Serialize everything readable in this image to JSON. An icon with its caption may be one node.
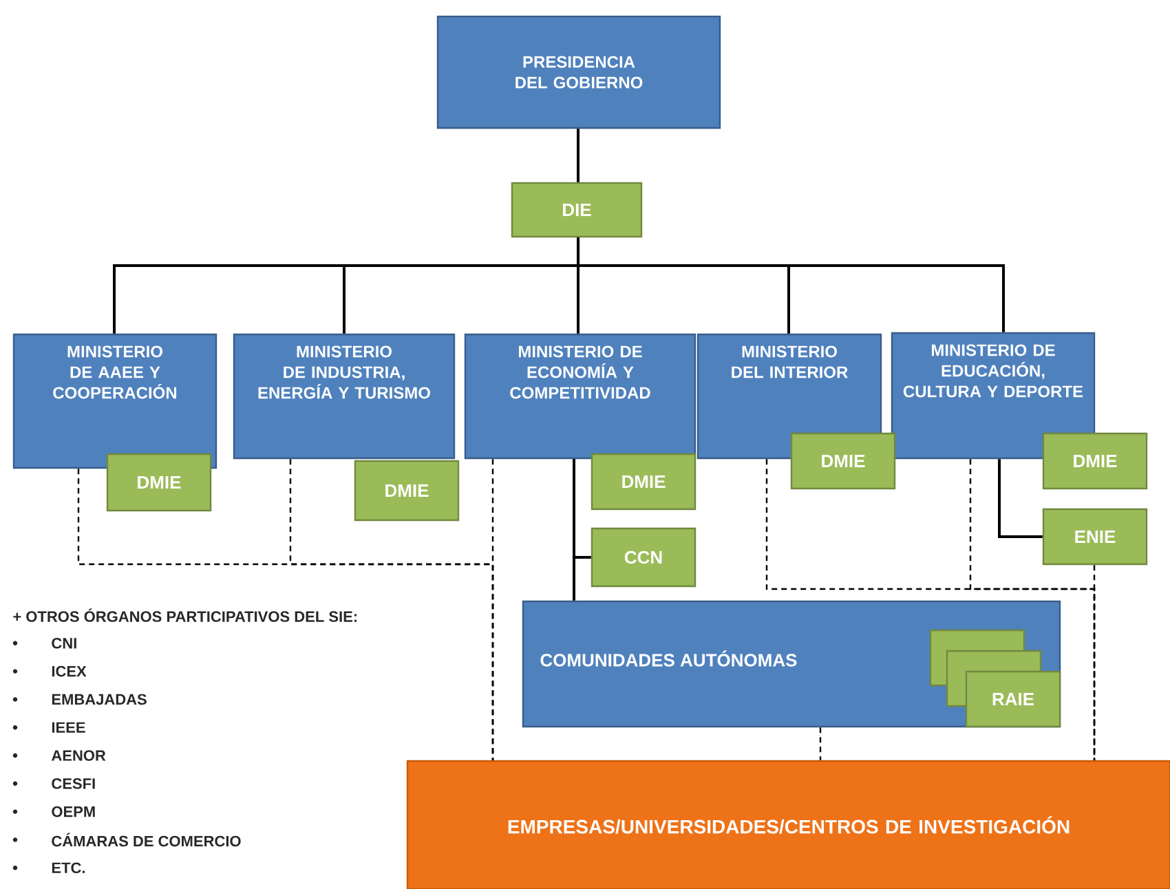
{
  "diagram": {
    "nodes": [
      {
        "text": [
          "PRESIDENCIA DEL GOBIERNO"
        ]
      },
      {
        "text": [
          "DIE"
        ]
      },
      {
        "text": [
          "MINISTERIO DE AAEE Y COOPERACIÓN"
        ]
      },
      {
        "text": [
          "MINISTERIO DE INDUSTRIA, ENERGÍA Y TURISMO"
        ]
      },
      {
        "text": [
          "MINISTERIO DE ECONOMÍA Y COMPETITIVIDAD"
        ]
      },
      {
        "text": [
          "MINISTERIO DEL INTERIOR"
        ]
      },
      {
        "text": [
          "MINISTERIO DE EDUCACIÓN, CULTURA Y DEPORTE"
        ]
      },
      {
        "text": [
          "DMIE"
        ]
      },
      {
        "text": [
          "DMIE"
        ]
      },
      {
        "text": [
          "DMIE"
        ]
      },
      {
        "text": [
          "DMIE"
        ]
      },
      {
        "text": [
          "DMIE"
        ]
      },
      {
        "text": [
          "ENIE"
        ]
      },
      {
        "text": [
          "CCN"
        ]
      },
      {
        "text": [
          "COMUNIDADES AUTÓNOMAS"
        ]
      },
      {
        "text": [
          "RAIE"
        ],
        "in": 14
      },
      {
        "text": [
          "EMPRESAS/UNIVERSIDADES/CENTROS DE INVESTIGACIÓN"
        ]
      }
    ],
    "edges": [
      {
        "from": 0,
        "to": 1,
        "arrow": "none"
      },
      {
        "from": 1,
        "to": 2,
        "arrow": "none"
      },
      {
        "from": 1,
        "to": 3,
        "arrow": "none"
      },
      {
        "from": 1,
        "to": 4,
        "arrow": "none"
      },
      {
        "from": 1,
        "to": 5,
        "arrow": "none"
      },
      {
        "from": 1,
        "to": 6,
        "arrow": "none"
      },
      {
        "from": 4,
        "to": 13,
        "arrow": "none"
      },
      {
        "from": 4,
        "to": 14,
        "arrow": "none"
      },
      {
        "from": 6,
        "to": 12,
        "arrow": "none"
      },
      {
        "from": 2,
        "to": 16,
        "arrow": "none",
        "style": "dashed"
      },
      {
        "from": 3,
        "to": 16,
        "arrow": "none",
        "style": "dashed"
      },
      {
        "from": 4,
        "to": 16,
        "arrow": "none",
        "style": "dashed"
      },
      {
        "from": 5,
        "to": 16,
        "arrow": "none",
        "style": "dashed"
      },
      {
        "from": 6,
        "to": 16,
        "arrow": "none",
        "style": "dashed"
      },
      {
        "from": 12,
        "to": 16,
        "arrow": "none",
        "style": "dashed"
      },
      {
        "from": 14,
        "to": 16,
        "arrow": "none",
        "style": "dashed"
      }
    ],
    "labels": [
      "+ OTROS ÓRGANOS PARTICIPATIVOS DEL SIE:",
      "CNI",
      "ICEX",
      "EMBAJADAS",
      "IEEE",
      "AENOR",
      "CESFI",
      "OEPM",
      "CÁMARAS DE COMERCIO",
      "ETC."
    ]
  }
}
